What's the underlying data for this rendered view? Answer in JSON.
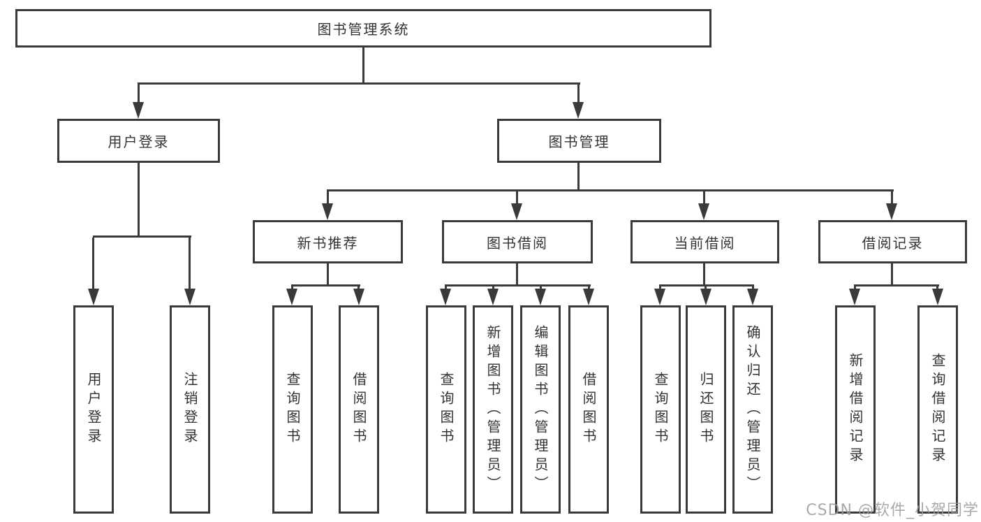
{
  "nodes": {
    "root": "图书管理系统",
    "user_login": "用户登录",
    "book_management": "图书管理",
    "new_book_recommend": "新书推荐",
    "book_borrow": "图书借阅",
    "current_borrow": "当前借阅",
    "borrow_record": "借阅记录"
  },
  "leaves": [
    {
      "label": "用户登录"
    },
    {
      "label": "注销登录"
    },
    {
      "label": "查询图书"
    },
    {
      "label": "借阅图书"
    },
    {
      "label": "查询图书"
    },
    {
      "label": "新增图书（管理员）"
    },
    {
      "label": "编辑图书（管理员）"
    },
    {
      "label": "借阅图书"
    },
    {
      "label": "查询图书"
    },
    {
      "label": "归还图书"
    },
    {
      "label": "确认归还（管理员）"
    },
    {
      "label": "新增借阅记录"
    },
    {
      "label": "查询借阅记录"
    }
  ],
  "watermark": {
    "text": "CSDN @软件_小贺同学"
  },
  "colors": {
    "line": "#3a3a3a",
    "text": "#333333",
    "watermark": "#9b9b9b",
    "background": "#ffffff"
  }
}
